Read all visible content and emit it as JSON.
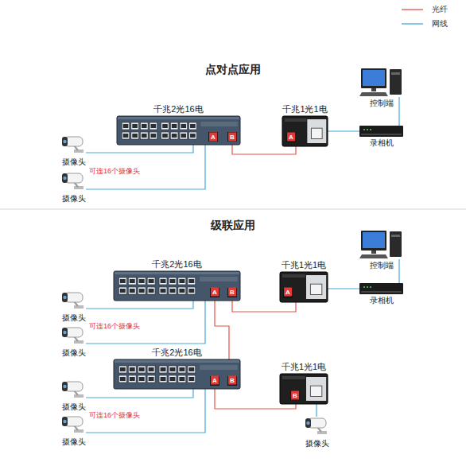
{
  "diagram": {
    "nodes": [
      {
        "text": [
          "控制端"
        ]
      },
      {
        "text": [
          "千兆2光16电"
        ]
      },
      {
        "text": [
          "千兆1光1电"
        ]
      },
      {
        "text": [
          "录相机"
        ]
      },
      {
        "text": [
          "摄像头"
        ]
      },
      {
        "text": [
          "摄像头"
        ]
      },
      {
        "text": [
          "控制端"
        ]
      },
      {
        "text": [
          "千兆2光16电"
        ]
      },
      {
        "text": [
          "千兆1光1电"
        ]
      },
      {
        "text": [
          "录相机"
        ]
      },
      {
        "text": [
          "摄像头"
        ]
      },
      {
        "text": [
          "摄像头"
        ]
      },
      {
        "text": [
          "千兆2光16电"
        ]
      },
      {
        "text": [
          "千兆1光1电"
        ]
      },
      {
        "text": [
          "摄像头"
        ]
      },
      {
        "text": [
          "摄像头"
        ]
      },
      {
        "text": [
          "摄像头"
        ]
      }
    ],
    "edges": [
      {
        "from": 4,
        "to": 1,
        "arrow": "none"
      },
      {
        "from": 5,
        "to": 1,
        "arrow": "none"
      },
      {
        "from": 1,
        "to": 2,
        "arrow": "none"
      },
      {
        "from": 2,
        "to": 3,
        "arrow": "none"
      },
      {
        "from": 3,
        "to": 0,
        "arrow": "none"
      },
      {
        "from": 10,
        "to": 7,
        "arrow": "none"
      },
      {
        "from": 11,
        "to": 7,
        "arrow": "none"
      },
      {
        "from": 7,
        "to": 8,
        "arrow": "none"
      },
      {
        "from": 8,
        "to": 9,
        "arrow": "none"
      },
      {
        "from": 9,
        "to": 6,
        "arrow": "none"
      },
      {
        "from": 7,
        "to": 12,
        "arrow": "none"
      },
      {
        "from": 14,
        "to": 12,
        "arrow": "none"
      },
      {
        "from": 15,
        "to": 12,
        "arrow": "none"
      },
      {
        "from": 12,
        "to": 13,
        "arrow": "none"
      },
      {
        "from": 13,
        "to": 16,
        "arrow": "none"
      }
    ],
    "labels": [
      "点对点应用",
      "可连16个摄像头",
      "A",
      "B",
      "A",
      "级联应用",
      "可连16个摄像头",
      "A",
      "B",
      "A",
      "可连16个摄像头",
      "A",
      "B",
      "B"
    ],
    "legend": [
      {
        "text": "光纤"
      },
      {
        "text": "网线"
      }
    ]
  }
}
